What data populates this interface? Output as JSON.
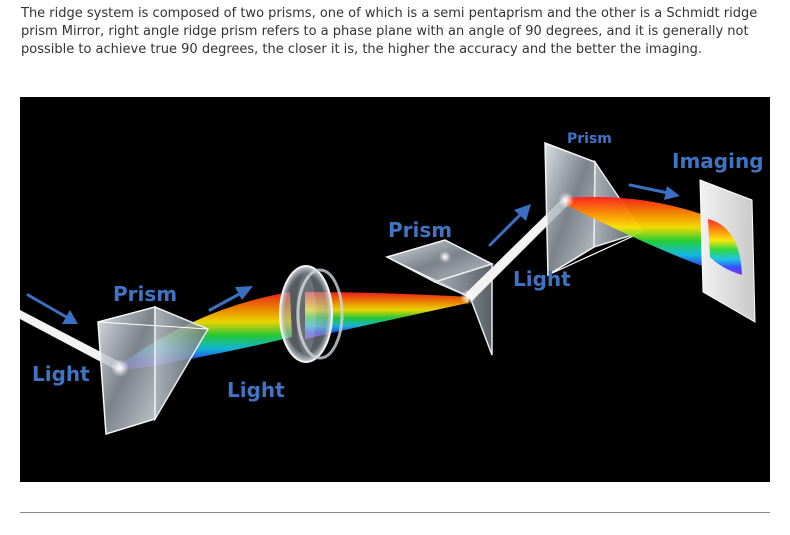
{
  "description": "The ridge system is composed of two prisms, one of which is a semi pentaprism and the other is a Schmidt ridge prism Mirror, right angle ridge prism refers to a phase plane with an angle of 90 degrees, and it is generally not possible to achieve true 90 degrees, the closer it is, the higher the accuracy and the better the imaging.",
  "labels": {
    "light_in": "Light",
    "prism_1": "Prism",
    "light_mid": "Light",
    "prism_2": "Prism",
    "light_reflect": "Light",
    "prism_3": "Prism",
    "imaging": "Imaging"
  },
  "colors": {
    "background": "#000000",
    "label": "#3f74c4",
    "arrow": "#3b6fc2",
    "text": "#333333"
  },
  "icons": [
    "arrow-icon",
    "prism-icon",
    "lens-icon",
    "screen-icon"
  ]
}
